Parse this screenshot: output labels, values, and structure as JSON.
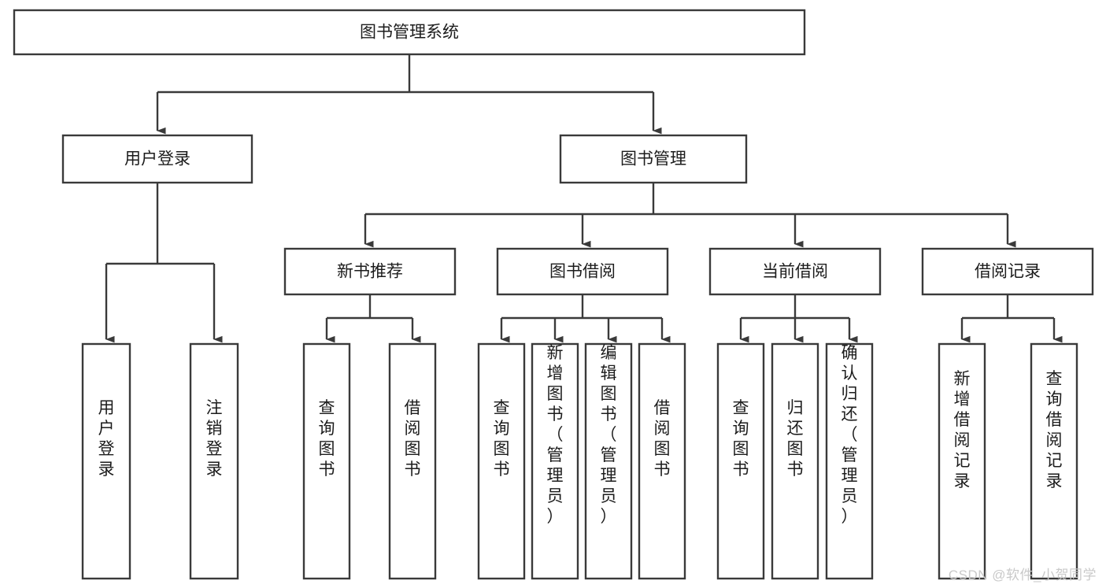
{
  "diagram": {
    "title": "图书管理系统",
    "type": "tree-hierarchy-diagram",
    "colors": {
      "stroke": "#3a3a3a",
      "box_fill": "#ffffff",
      "text": "#1c1c1c",
      "background": "#ffffff",
      "watermark": "#c9c9c9"
    },
    "levels": {
      "root": {
        "label": "图书管理系统"
      },
      "level2": [
        {
          "id": "user-login",
          "label": "用户登录"
        },
        {
          "id": "book-management",
          "label": "图书管理"
        }
      ],
      "level3": [
        {
          "id": "new-book-recommend",
          "label": "新书推荐",
          "parent": "book-management"
        },
        {
          "id": "book-borrow",
          "label": "图书借阅",
          "parent": "book-management"
        },
        {
          "id": "current-borrow",
          "label": "当前借阅",
          "parent": "book-management"
        },
        {
          "id": "borrow-record",
          "label": "借阅记录",
          "parent": "book-management"
        }
      ],
      "leaves": {
        "user-login": [
          {
            "id": "leaf-user-login",
            "label": "用户登录"
          },
          {
            "id": "leaf-logout",
            "label": "注销登录"
          }
        ],
        "new-book-recommend": [
          {
            "id": "leaf-query-book-1",
            "label": "查询图书"
          },
          {
            "id": "leaf-borrow-book-1",
            "label": "借阅图书"
          }
        ],
        "book-borrow": [
          {
            "id": "leaf-query-book-2",
            "label": "查询图书"
          },
          {
            "id": "leaf-add-book",
            "label": "新增图书（管理员）"
          },
          {
            "id": "leaf-edit-book",
            "label": "编辑图书（管理员）"
          },
          {
            "id": "leaf-borrow-book-2",
            "label": "借阅图书"
          }
        ],
        "current-borrow": [
          {
            "id": "leaf-query-book-3",
            "label": "查询图书"
          },
          {
            "id": "leaf-return-book",
            "label": "归还图书"
          },
          {
            "id": "leaf-confirm-return",
            "label": "确认归还（管理员）"
          }
        ],
        "borrow-record": [
          {
            "id": "leaf-add-record",
            "label": "新增借阅记录"
          },
          {
            "id": "leaf-query-record",
            "label": "查询借阅记录"
          }
        ]
      }
    },
    "watermark": "CSDN @软件_小贺同学"
  }
}
